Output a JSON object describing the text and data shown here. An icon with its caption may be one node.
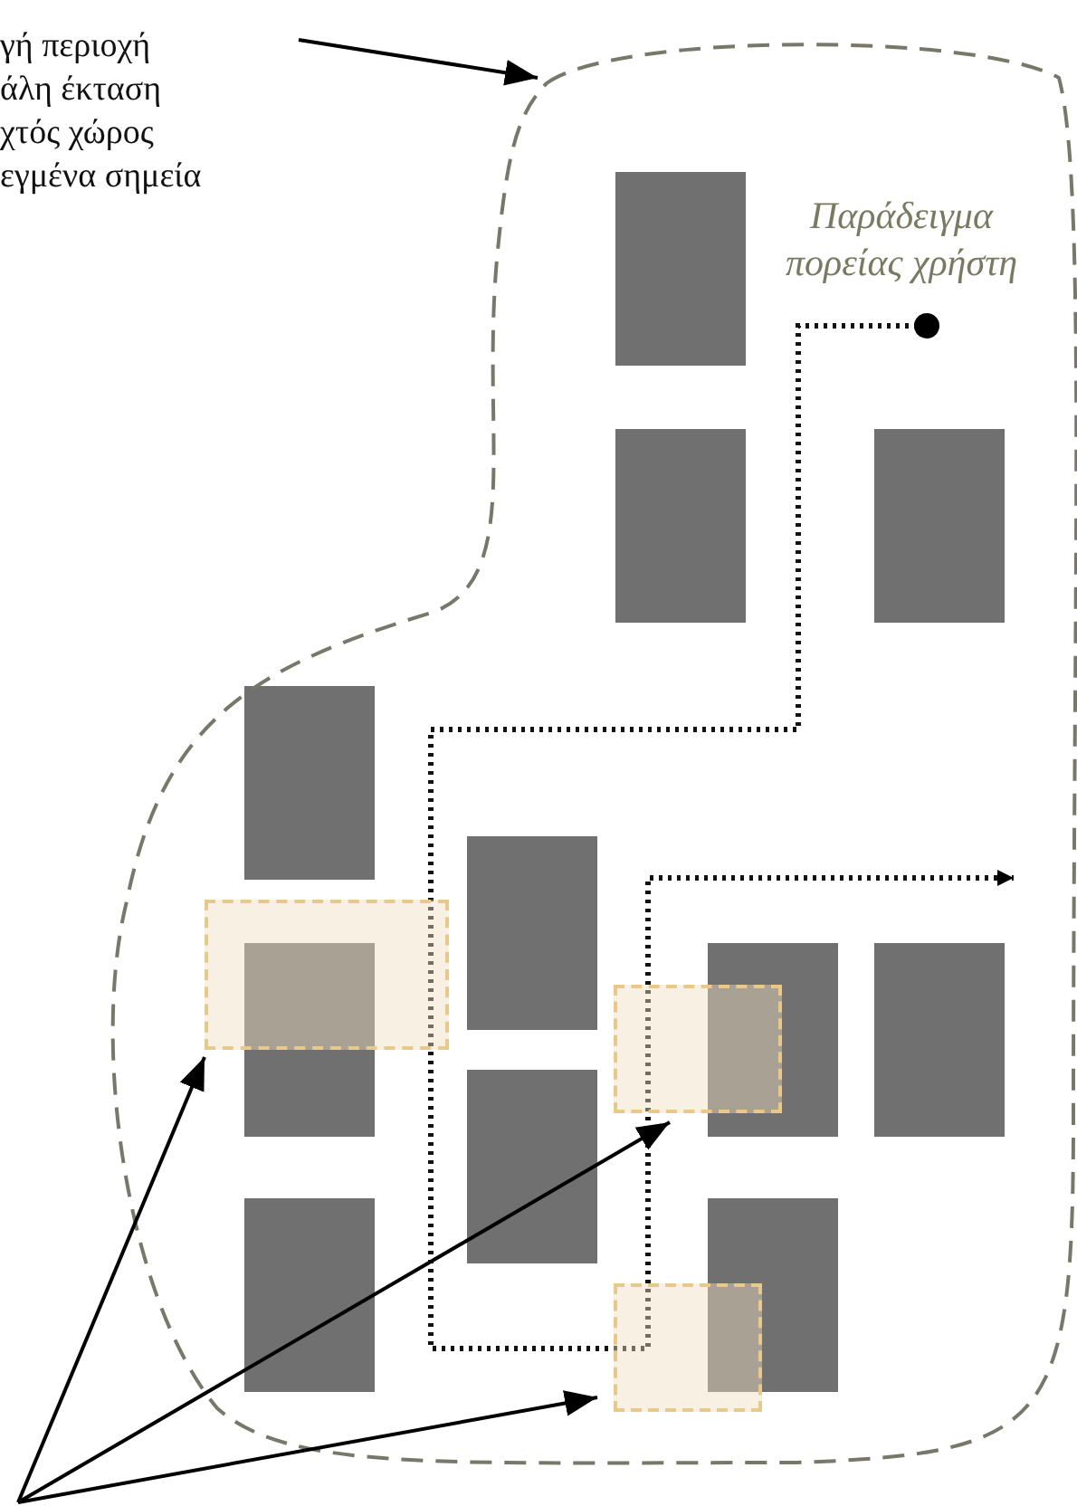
{
  "diagram": {
    "nodes": [
      {
        "text": [
          "γή περιοχή",
          "άλη έκταση",
          "χτός χώρος",
          "εγμένα σημεία"
        ]
      },
      {
        "text": [],
        "shape": "cloud"
      },
      {
        "text": [],
        "shape": "box",
        "in": 1
      },
      {
        "text": [],
        "shape": "box",
        "in": 1
      },
      {
        "text": [],
        "shape": "box",
        "in": 1
      }
    ],
    "edges": [
      {
        "from": 0,
        "to": 1,
        "arrow": "to"
      },
      {
        "from": null,
        "to": 2,
        "arrow": "to"
      },
      {
        "from": null,
        "to": 3,
        "arrow": "to"
      },
      {
        "from": null,
        "to": 4,
        "arrow": "to"
      }
    ],
    "labels": [
      "Παράδειγμα πορείας χρήστη"
    ]
  }
}
